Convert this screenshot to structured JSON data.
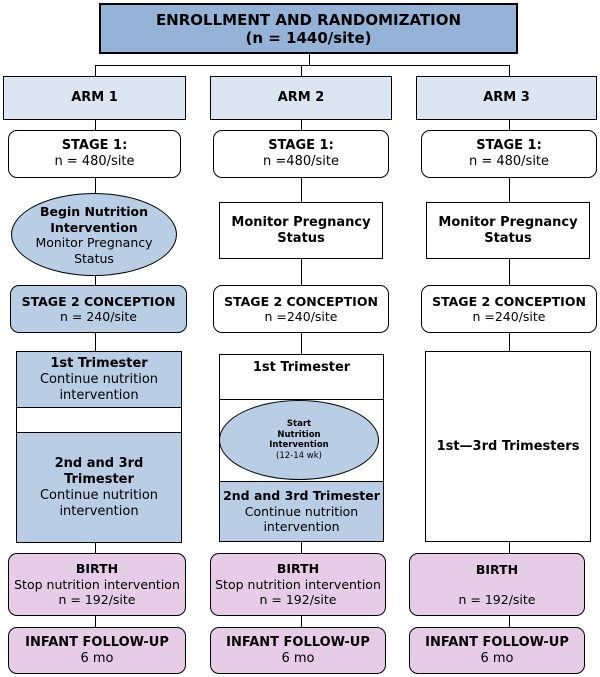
{
  "header": {
    "line1": "ENROLLMENT AND RANDOMIZATION",
    "line2": "(n = 1440/site)"
  },
  "arms": [
    {
      "title": "ARM 1",
      "stage1": {
        "title": "STAGE 1:",
        "n": "n = 480/site"
      },
      "pre": {
        "title": "Begin Nutrition Intervention",
        "text": "Monitor Pregnancy Status"
      },
      "stage2": {
        "title": "STAGE 2 CONCEPTION",
        "n": "n = 240/site"
      },
      "tri1": {
        "title": "1st Trimester",
        "text": "Continue nutrition intervention"
      },
      "tri23": {
        "title": "2nd and 3rd Trimester",
        "text": "Continue nutrition intervention"
      },
      "birth": {
        "title": "BIRTH",
        "text": "Stop nutrition intervention",
        "n": "n = 192/site"
      },
      "followup": {
        "title": "INFANT FOLLOW-UP",
        "text": "6 mo"
      }
    },
    {
      "title": "ARM 2",
      "stage1": {
        "title": "STAGE 1:",
        "n": "n =480/site"
      },
      "pre": {
        "title": "Monitor Pregnancy Status"
      },
      "stage2": {
        "title": "STAGE 2 CONCEPTION",
        "n": "n =240/site"
      },
      "tri1": {
        "title": "1st Trimester"
      },
      "start": {
        "line1": "Start",
        "line2": "Nutrition",
        "line3": "Intervention",
        "weeks": "(12-14 wk)"
      },
      "tri23": {
        "title": "2nd and 3rd Trimester",
        "text": "Continue nutrition intervention"
      },
      "birth": {
        "title": "BIRTH",
        "text": "Stop nutrition intervention",
        "n": "n = 192/site"
      },
      "followup": {
        "title": "INFANT FOLLOW-UP",
        "text": "6 mo"
      }
    },
    {
      "title": "ARM 3",
      "stage1": {
        "title": "STAGE 1:",
        "n": "n = 480/site"
      },
      "pre": {
        "title": "Monitor Pregnancy Status"
      },
      "stage2": {
        "title": "STAGE 2 CONCEPTION",
        "n": "n =240/site"
      },
      "tri": {
        "title": "1st—3rd Trimesters"
      },
      "birth": {
        "title": "BIRTH",
        "n": "n = 192/site"
      },
      "followup": {
        "title": "INFANT FOLLOW-UP",
        "text": "6 mo"
      }
    }
  ]
}
